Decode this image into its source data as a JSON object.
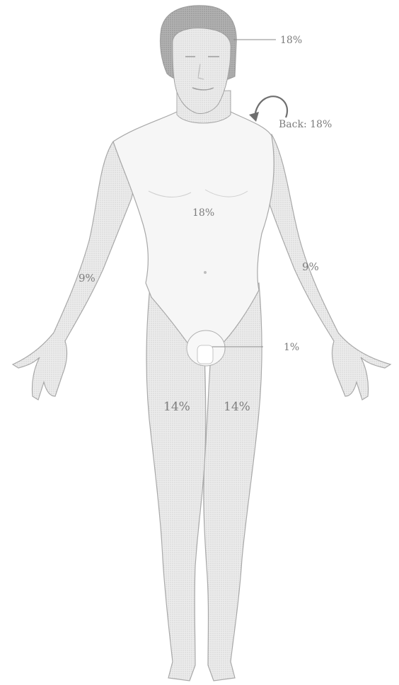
{
  "labels": {
    "head": "18%",
    "back": "Back: 18%",
    "torso": "18%",
    "right_arm": "9%",
    "left_arm": "9%",
    "genitals": "1%",
    "right_leg": "14%",
    "left_leg": "14%"
  },
  "colors": {
    "skin_fill": "#e9e9e9",
    "skin_stroke": "#a8a8a8",
    "hair": "#a9a9a9",
    "label_text": "#7d7d7d",
    "leader_line": "#8a8a8a"
  }
}
